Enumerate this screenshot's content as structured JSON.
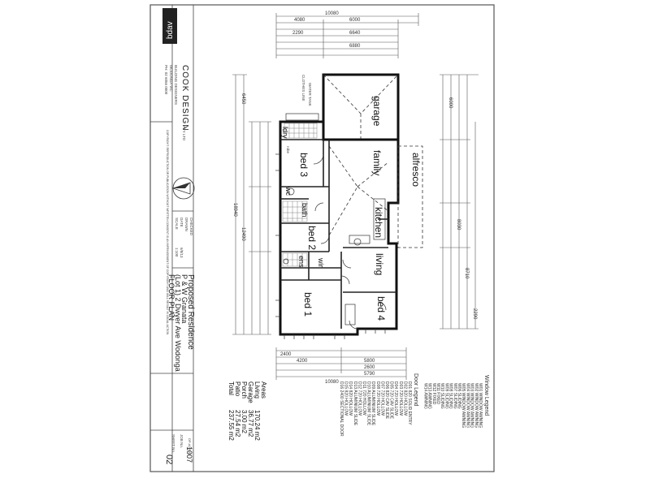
{
  "company": {
    "logo_text": "bdav",
    "name": "COOK DESIGN",
    "suffix": "PTY LTD",
    "address_lines": [
      "BUILDING DESIGNERS",
      "WODONGA VIC",
      "PH: 02 6056 0000"
    ]
  },
  "title_block": {
    "project": "Proposed Residence",
    "client": "P & W Granata",
    "address": "(Lot 1) 2 Dwyer Ave Wodonga",
    "drawing": "FLOOR PLAN",
    "scale_label": "SCALE",
    "scale_value": "1:100",
    "date_label": "DATE",
    "date_value": "6/8/13",
    "drawn_label": "DRAWN",
    "checked_label": "CHECKED",
    "job_label": "JOB No.",
    "job_value": "1007",
    "sheet_label": "SHEET No.",
    "sheet_value": "02",
    "drawing_no": "DP-A0-S-01",
    "copyright": "COPYRIGHT. REPRODUCTION OR PUBLICATION WITHOUT WRITTEN CONSENT IS AN INFRINGEMENT OF COPYRIGHT AND WILL RESULT IN LEGAL ACTION"
  },
  "rooms": {
    "garage": "garage",
    "alfresco": "alfresco",
    "family": "family",
    "kitchen": "kitchen",
    "living": "living",
    "bed1": "bed 1",
    "bed2": "bed 2",
    "bed3": "bed 3",
    "bed4": "bed 4",
    "bath": "bath",
    "wc": "wc",
    "ens": "ens",
    "wir": "wir",
    "ldry": "ldry",
    "robe": "robe",
    "clothesline": "CLOTHES LINE",
    "water_tank": "WATER TANK"
  },
  "dimensions": {
    "overall": "10080",
    "top_a": "4080",
    "top_b": "6000",
    "top_c": "6640",
    "top_d": "2290",
    "bottom_a": "2400",
    "bottom_b": "4200",
    "bottom_c": "5800",
    "bottom_d": "2600",
    "bottom_e": "5790",
    "left_overall": "18940",
    "left_a": "6450",
    "left_b": "12490",
    "right_a": "6000",
    "right_b": "6880",
    "right_c": "8030",
    "right_d": "8710",
    "right_e": "2290",
    "bottom_f": "10080"
  },
  "areas": {
    "heading": "Areas",
    "rows": [
      {
        "label": "Living",
        "value": "170.24 m2"
      },
      {
        "label": "Garage",
        "value": "36.77 m2"
      },
      {
        "label": "Porch",
        "value": "3.00 m2"
      },
      {
        "label": "Patio",
        "value": "27.54 m2"
      },
      {
        "label": "Total",
        "value": "237.55 m2"
      }
    ]
  },
  "window_legend": {
    "title": "Window Legend",
    "items": [
      "W01 WINDOW AWNING",
      "W02 WINDOW AWNING",
      "W03 WINDOW AWNING",
      "W04 WINDOW AWNING",
      "W05 WINDOW AWNING",
      "W06 SLIDING",
      "W07 SLIDING",
      "W08 SLIDING",
      "W09 SLIDING",
      "W10 SLIDING",
      "W11 FIXED",
      "W12 FIXED",
      "W13 AWNING",
      "W14 AWNING"
    ]
  },
  "door_legend": {
    "title": "Door Legend",
    "items": [
      "D01 820 SOLID ENTRY",
      "D02 820 HOLLOW",
      "D03 720 HOLLOW",
      "D04 720 HOLLOW",
      "D05 720 CAV SLIDE",
      "D06 820 CAV SLIDE",
      "D07 720 HOLLOW",
      "D08 720 HOLLOW",
      "D09 ALUMINIUM SLIDE",
      "D10 ALUMINIUM SLIDE",
      "D11 720 HOLLOW",
      "D12 720 HOLLOW",
      "D13 ALUMINIUM SLIDE",
      "D14 820 HOLLOW",
      "D15 820 HOLLOW",
      "D16 2400 SECTIONAL DOOR"
    ]
  }
}
